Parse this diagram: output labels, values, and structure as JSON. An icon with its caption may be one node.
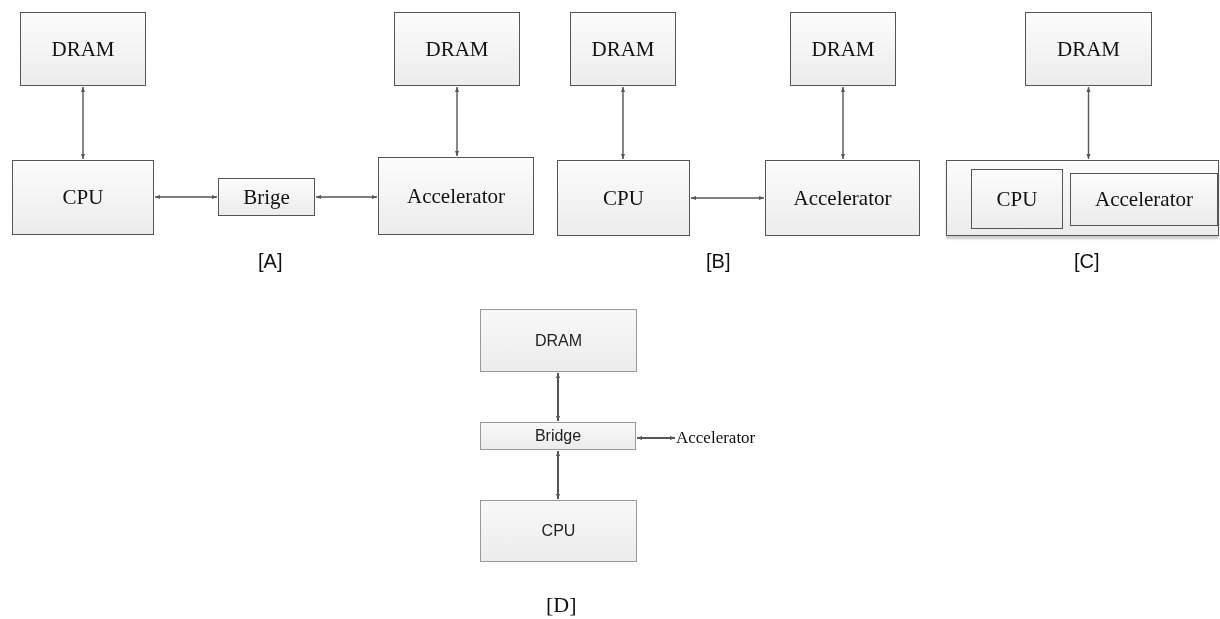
{
  "diagram": {
    "nodes": [
      {
        "text": [
          "DRAM"
        ]
      },
      {
        "text": [
          "DRAM"
        ]
      },
      {
        "text": [
          "DRAM"
        ]
      },
      {
        "text": [
          "DRAM"
        ]
      },
      {
        "text": [
          "DRAM"
        ]
      },
      {
        "text": [
          "CPU"
        ]
      },
      {
        "text": [
          "Brige"
        ]
      },
      {
        "text": [
          "Accelerator"
        ]
      },
      {
        "text": [
          "CPU"
        ]
      },
      {
        "text": [
          "Accelerator"
        ]
      },
      {
        "text": [],
        "shape": "box"
      },
      {
        "text": [
          "CPU"
        ],
        "in": 10
      },
      {
        "text": [
          "Accelerator"
        ],
        "in": 10
      },
      {
        "text": [
          "DRAM"
        ]
      },
      {
        "text": [
          "Bridge"
        ]
      },
      {
        "text": [
          "Accelerator"
        ]
      },
      {
        "text": [
          "CPU"
        ]
      }
    ],
    "edges": [
      {
        "from": 0,
        "to": 5,
        "arrow": "both"
      },
      {
        "from": 1,
        "to": 7,
        "arrow": "both"
      },
      {
        "from": 5,
        "to": 6,
        "arrow": "both"
      },
      {
        "from": 6,
        "to": 7,
        "arrow": "both"
      },
      {
        "from": 2,
        "to": 8,
        "arrow": "both"
      },
      {
        "from": 3,
        "to": 9,
        "arrow": "both"
      },
      {
        "from": 8,
        "to": 9,
        "arrow": "both"
      },
      {
        "from": 4,
        "to": 10,
        "arrow": "both"
      },
      {
        "from": 13,
        "to": 14,
        "arrow": "both"
      },
      {
        "from": 14,
        "to": 15,
        "arrow": "both"
      },
      {
        "from": 14,
        "to": 16,
        "arrow": "both"
      }
    ],
    "labels": [
      "[A]",
      "[B]",
      "[C]",
      "[D]"
    ]
  }
}
